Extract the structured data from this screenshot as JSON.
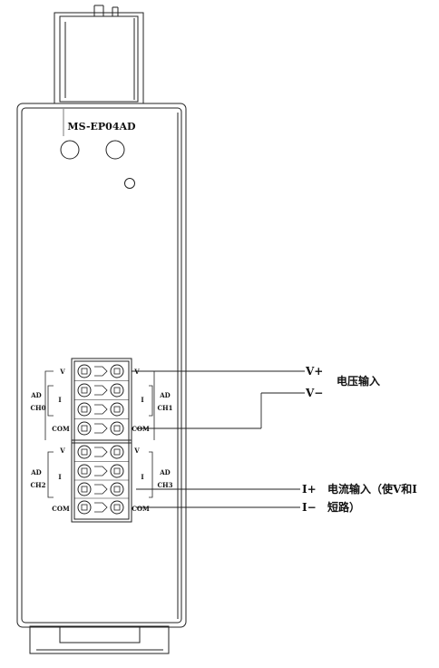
{
  "device": {
    "model": "MS-EP04AD"
  },
  "terminal_labels": {
    "left": [
      "V",
      "I",
      "COM",
      "V",
      "I",
      "COM"
    ],
    "right": [
      "V",
      "I",
      "COM",
      "V",
      "I",
      "COM"
    ]
  },
  "channel_labels": {
    "ch0": [
      "AD",
      "CH0"
    ],
    "ch1": [
      "AD",
      "CH1"
    ],
    "ch2": [
      "AD",
      "CH2"
    ],
    "ch3": [
      "AD",
      "CH3"
    ]
  },
  "wiring": {
    "v_plus": "V+",
    "v_minus": "V−",
    "voltage_input": "电压输入",
    "i_plus": "I+",
    "i_minus": "I−",
    "current_input_line1": "电流输入（使V和I",
    "current_input_line2": "短路）"
  }
}
